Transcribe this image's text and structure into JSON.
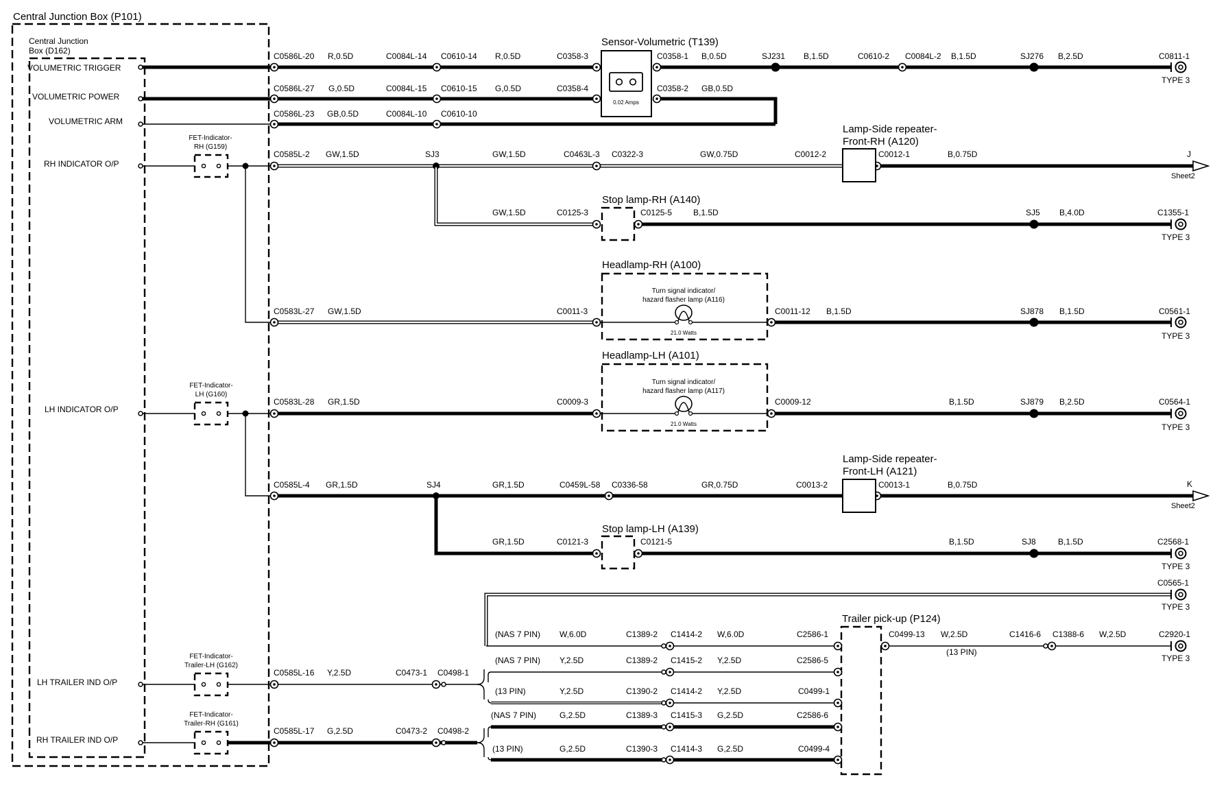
{
  "cjb_outer": {
    "title": "Central Junction Box (P101)"
  },
  "cjb_inner": {
    "title_line1": "Central Junction",
    "title_line2": "Box (D162)"
  },
  "pins": {
    "vol_trigger": "VOLUMETRIC TRIGGER",
    "vol_power": "VOLUMETRIC POWER",
    "vol_arm": "VOLUMETRIC ARM",
    "rh_ind": "RH INDICATOR O/P",
    "lh_ind": "LH INDICATOR O/P",
    "lh_trailer": "LH TRAILER IND O/P",
    "rh_trailer": "RH TRAILER IND O/P"
  },
  "fets": {
    "rh": {
      "l1": "FET-Indicator-",
      "l2": "RH (G159)"
    },
    "lh": {
      "l1": "FET-Indicator-",
      "l2": "LH (G160)"
    },
    "tlh": {
      "l1": "FET-Indicator-",
      "l2": "Trailer-LH (G162)"
    },
    "trh": {
      "l1": "FET-Indicator-",
      "l2": "Trailer-RH (G161)"
    }
  },
  "components": {
    "sensor": {
      "title": "Sensor-Volumetric (T139)",
      "rating": "0.02 Amps"
    },
    "rep_rh": {
      "l1": "Lamp-Side repeater-",
      "l2": "Front-RH (A120)"
    },
    "stop_rh": {
      "title": "Stop lamp-RH (A140)"
    },
    "head_rh": {
      "title": "Headlamp-RH (A100)",
      "l1": "Turn signal indicator/",
      "l2": "hazard flasher lamp (A116)",
      "watts": "21.0 Watts"
    },
    "head_lh": {
      "title": "Headlamp-LH (A101)",
      "l1": "Turn signal indicator/",
      "l2": "hazard flasher lamp (A117)",
      "watts": "21.0 Watts"
    },
    "rep_lh": {
      "l1": "Lamp-Side repeater-",
      "l2": "Front-LH (A121)"
    },
    "stop_lh": {
      "title": "Stop lamp-LH (A139)"
    },
    "trailer": {
      "title": "Trailer pick-up (P124)"
    }
  },
  "wires": {
    "w1": [
      "C0586L-20",
      "R,0.5D",
      "C0084L-14",
      "C0610-14",
      "R,0.5D",
      "C0358-3",
      "C0358-1",
      "B,0.5D",
      "SJ231",
      "B,1.5D",
      "C0610-2",
      "C0084L-2",
      "B,1.5D",
      "SJ276",
      "B,2.5D",
      "C0811-1",
      "TYPE 3"
    ],
    "w2": [
      "C0586L-27",
      "G,0.5D",
      "C0084L-15",
      "C0610-15",
      "G,0.5D",
      "C0358-4",
      "C0358-2",
      "GB,0.5D"
    ],
    "w3": [
      "C0586L-23",
      "GB,0.5D",
      "C0084L-10",
      "C0610-10"
    ],
    "w4": [
      "C0585L-2",
      "GW,1.5D",
      "SJ3",
      "GW,1.5D",
      "C0463L-3",
      "C0322-3",
      "GW,0.75D",
      "C0012-2",
      "C0012-1",
      "B,0.75D",
      "J",
      "Sheet2"
    ],
    "w5": [
      "GW,1.5D",
      "C0125-3",
      "C0125-5",
      "B,1.5D",
      "SJ5",
      "B,4.0D",
      "C1355-1",
      "TYPE 3"
    ],
    "w6": [
      "C0583L-27",
      "GW,1.5D",
      "C0011-3",
      "C0011-12",
      "B,1.5D",
      "SJ878",
      "B,1.5D",
      "C0561-1",
      "TYPE 3"
    ],
    "w7": [
      "C0583L-28",
      "GR,1.5D",
      "C0009-3",
      "C0009-12",
      "B,1.5D",
      "SJ879",
      "B,2.5D",
      "C0564-1",
      "TYPE 3"
    ],
    "w8": [
      "C0585L-4",
      "GR,1.5D",
      "SJ4",
      "GR,1.5D",
      "C0459L-58",
      "C0336-58",
      "GR,0.75D",
      "C0013-2",
      "C0013-1",
      "B,0.75D",
      "K",
      "Sheet2"
    ],
    "w9": [
      "GR,1.5D",
      "C0121-3",
      "C0121-5",
      "B,1.5D",
      "SJ8",
      "B,1.5D",
      "C2568-1",
      "TYPE 3"
    ],
    "w10": [
      "C0565-1",
      "TYPE 3"
    ],
    "w11": [
      "(NAS 7 PIN)",
      "W,6.0D",
      "C1389-2",
      "C1414-2",
      "W,6.0D",
      "C2586-1",
      "C0499-13",
      "W,2.5D",
      "C1416-6",
      "C1388-6",
      "W,2.5D",
      "C2920-1",
      "TYPE 3",
      "(13 PIN)"
    ],
    "w12": [
      "(NAS 7 PIN)",
      "Y,2.5D",
      "C1389-2",
      "C1415-2",
      "Y,2.5D",
      "C2586-5"
    ],
    "w13": [
      "C0585L-16",
      "Y,2.5D",
      "C0473-1",
      "C0498-1"
    ],
    "w14": [
      "(13 PIN)",
      "Y,2.5D",
      "C1390-2",
      "C1414-2",
      "Y,2.5D",
      "C0499-1"
    ],
    "w15": [
      "(NAS 7 PIN)",
      "G,2.5D",
      "C1389-3",
      "C1415-3",
      "G,2.5D",
      "C2586-6"
    ],
    "w16": [
      "C0585L-17",
      "G,2.5D",
      "C0473-2",
      "C0498-2"
    ],
    "w17": [
      "(13 PIN)",
      "G,2.5D",
      "C1390-3",
      "C1414-3",
      "G,2.5D",
      "C0499-4"
    ]
  }
}
